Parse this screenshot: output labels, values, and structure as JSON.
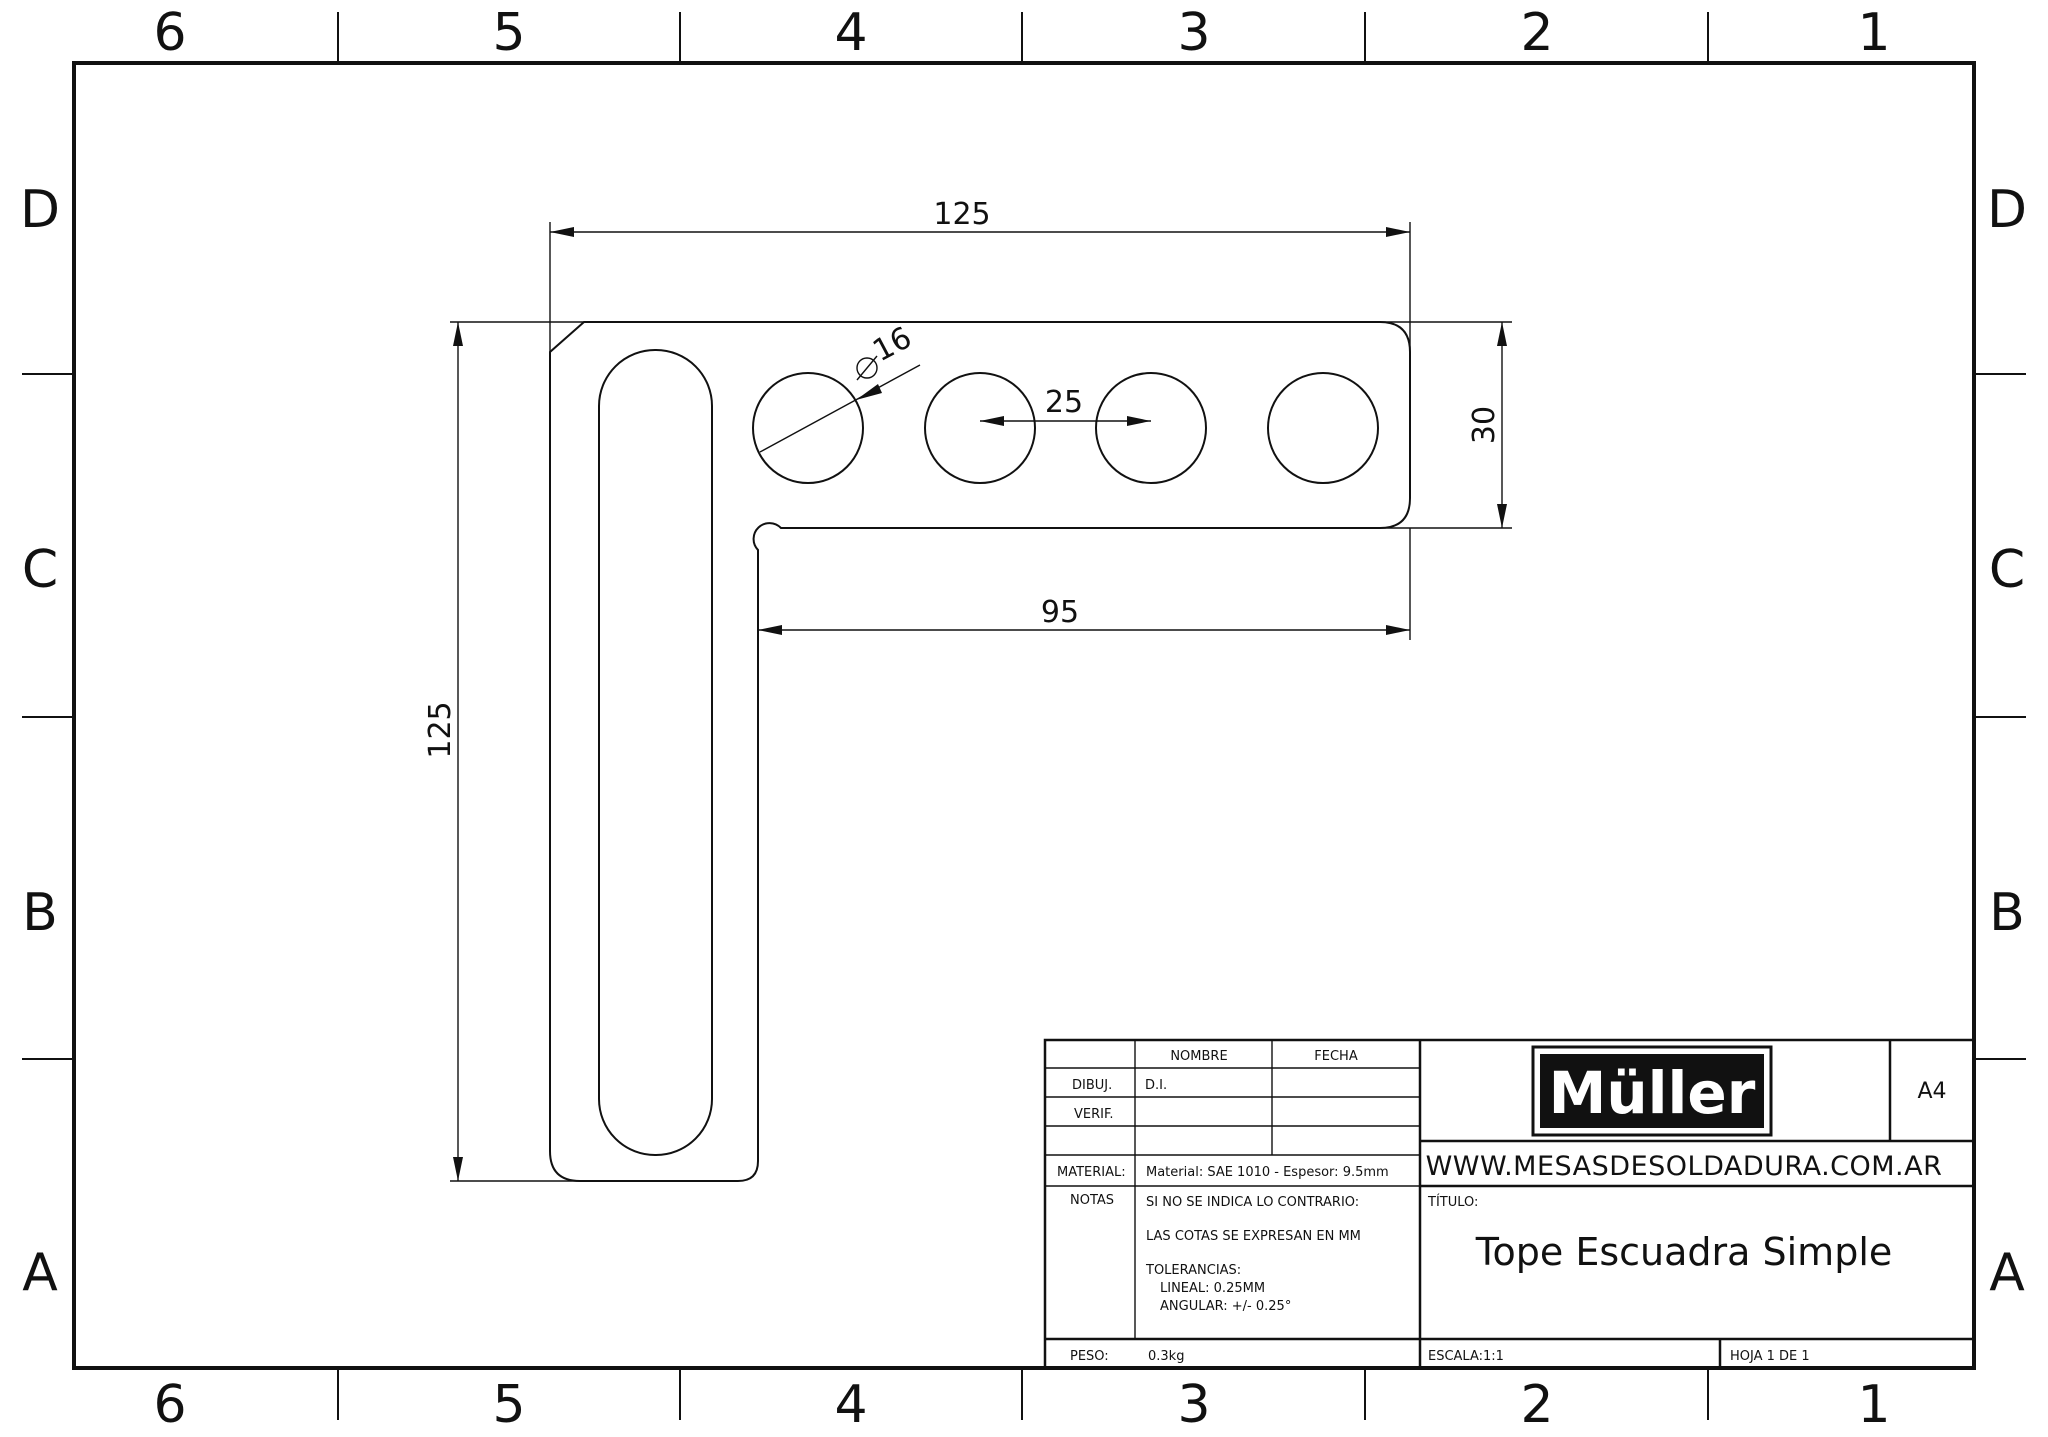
{
  "border": {
    "columns": [
      "6",
      "5",
      "4",
      "3",
      "2",
      "1"
    ],
    "rows": [
      "D",
      "C",
      "B",
      "A"
    ]
  },
  "dimensions": {
    "overall_width": "125",
    "overall_height": "125",
    "hole_diameter": "16",
    "hole_pitch": "25",
    "arm_width": "30",
    "inner_length": "95"
  },
  "title_block": {
    "header_nombre": "NOMBRE",
    "header_fecha": "FECHA",
    "dibuj_label": "DIBUJ.",
    "dibuj_name": "D.I.",
    "verif_label": "VERIF.",
    "material_label": "MATERIAL:",
    "material_value": "Material: SAE 1010 - Espesor: 9.5mm",
    "notas_label": "NOTAS",
    "note_1": "SI NO SE INDICA LO CONTRARIO:",
    "note_2": "LAS COTAS SE EXPRESAN EN MM",
    "note_3": "TOLERANCIAS:",
    "note_4": "LINEAL: 0.25MM",
    "note_5": "ANGULAR: +/- 0.25°",
    "peso_label": "PESO:",
    "peso_value": "0.3kg",
    "logo": "Müller",
    "sheet_size": "A4",
    "website": "WWW.MESASDESOLDADURA.COM.AR",
    "titulo_label": "TÍTULO:",
    "title": "Tope Escuadra Simple",
    "escala": "ESCALA:1:1",
    "hoja": "HOJA 1 DE 1"
  }
}
